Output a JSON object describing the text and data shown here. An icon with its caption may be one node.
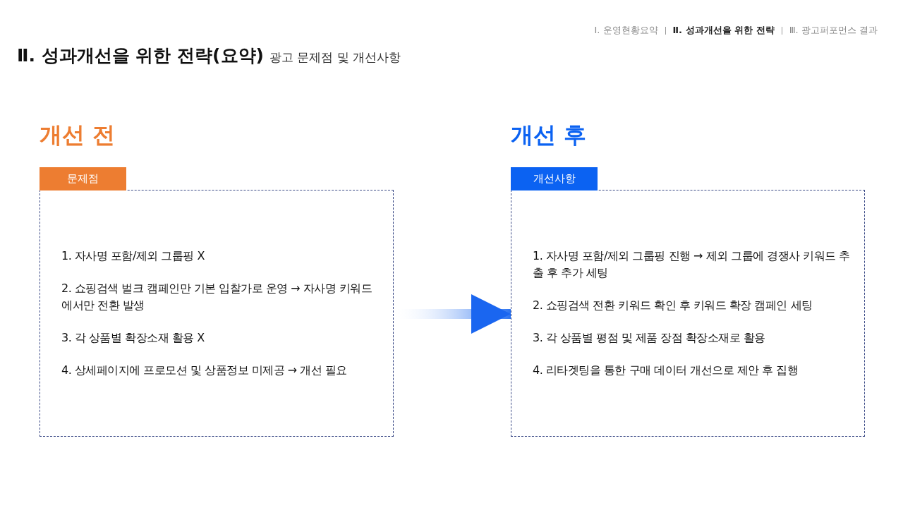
{
  "diagram": {
    "title": "Ⅱ. 성과개선을 위한 전략(요약)",
    "nodes": [
      {
        "text": [
          "개선 전",
          "1. 자사명 포함/제외 그룹핑 X",
          "2. 쇼핑검색 벌크 캠페인만 기본 입찰가로 운영 → 자사명 키워드에서만 전환 발생",
          "3. 각 상품별 확장소재 활용 X",
          "4. 상세페이지에 프로모션 및 상품정보 미제공 → 개선 필요"
        ]
      },
      {
        "text": [
          "문제점"
        ]
      },
      {
        "text": [
          "개선 후",
          "1. 자사명 포함/제외 그룹핑 진행 → 제외 그룹에 경쟁사 키워드 추출 후 추가 세팅",
          "2. 쇼핑검색 전환 키워드 확인 후 키워드 확장 캠페인 세팅",
          "3. 각 상품별 평점 및 제품 장점 확장소재로 활용",
          "4. 리타겟팅을 통한 구매 데이터 개선으로 제안 후 집행"
        ]
      },
      {
        "text": [
          "개선사항"
        ]
      }
    ],
    "edges": [
      {
        "from": 0,
        "to": 2,
        "arrow": "to"
      }
    ],
    "labels": [
      "Ⅰ. 운영현황요약",
      "Ⅱ. 성과개선을 위한 전략",
      "Ⅲ. 광고퍼포먼스 결과",
      "광고 문제점 및 개선사항"
    ]
  }
}
